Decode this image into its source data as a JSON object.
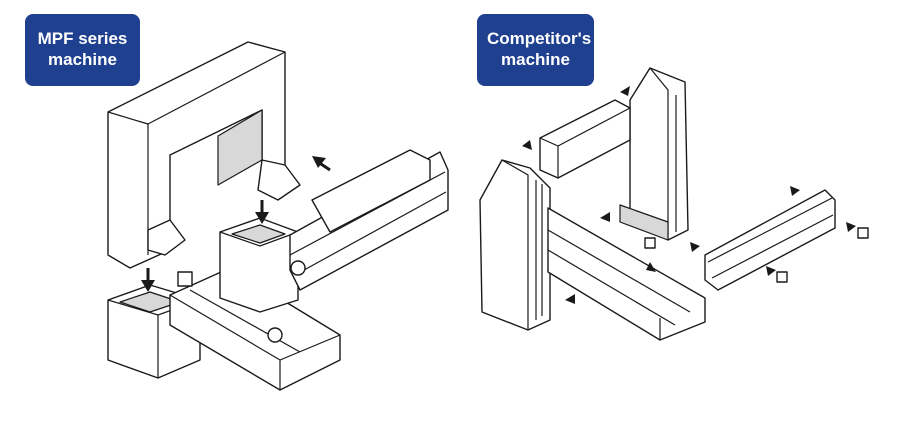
{
  "left_panel": {
    "label_line1": "MPF series",
    "label_line2": "machine",
    "badge_color": "#1f3f8f"
  },
  "right_panel": {
    "label_line1": "Competitor's",
    "label_line2": "machine",
    "badge_color": "#1f3f8f"
  }
}
